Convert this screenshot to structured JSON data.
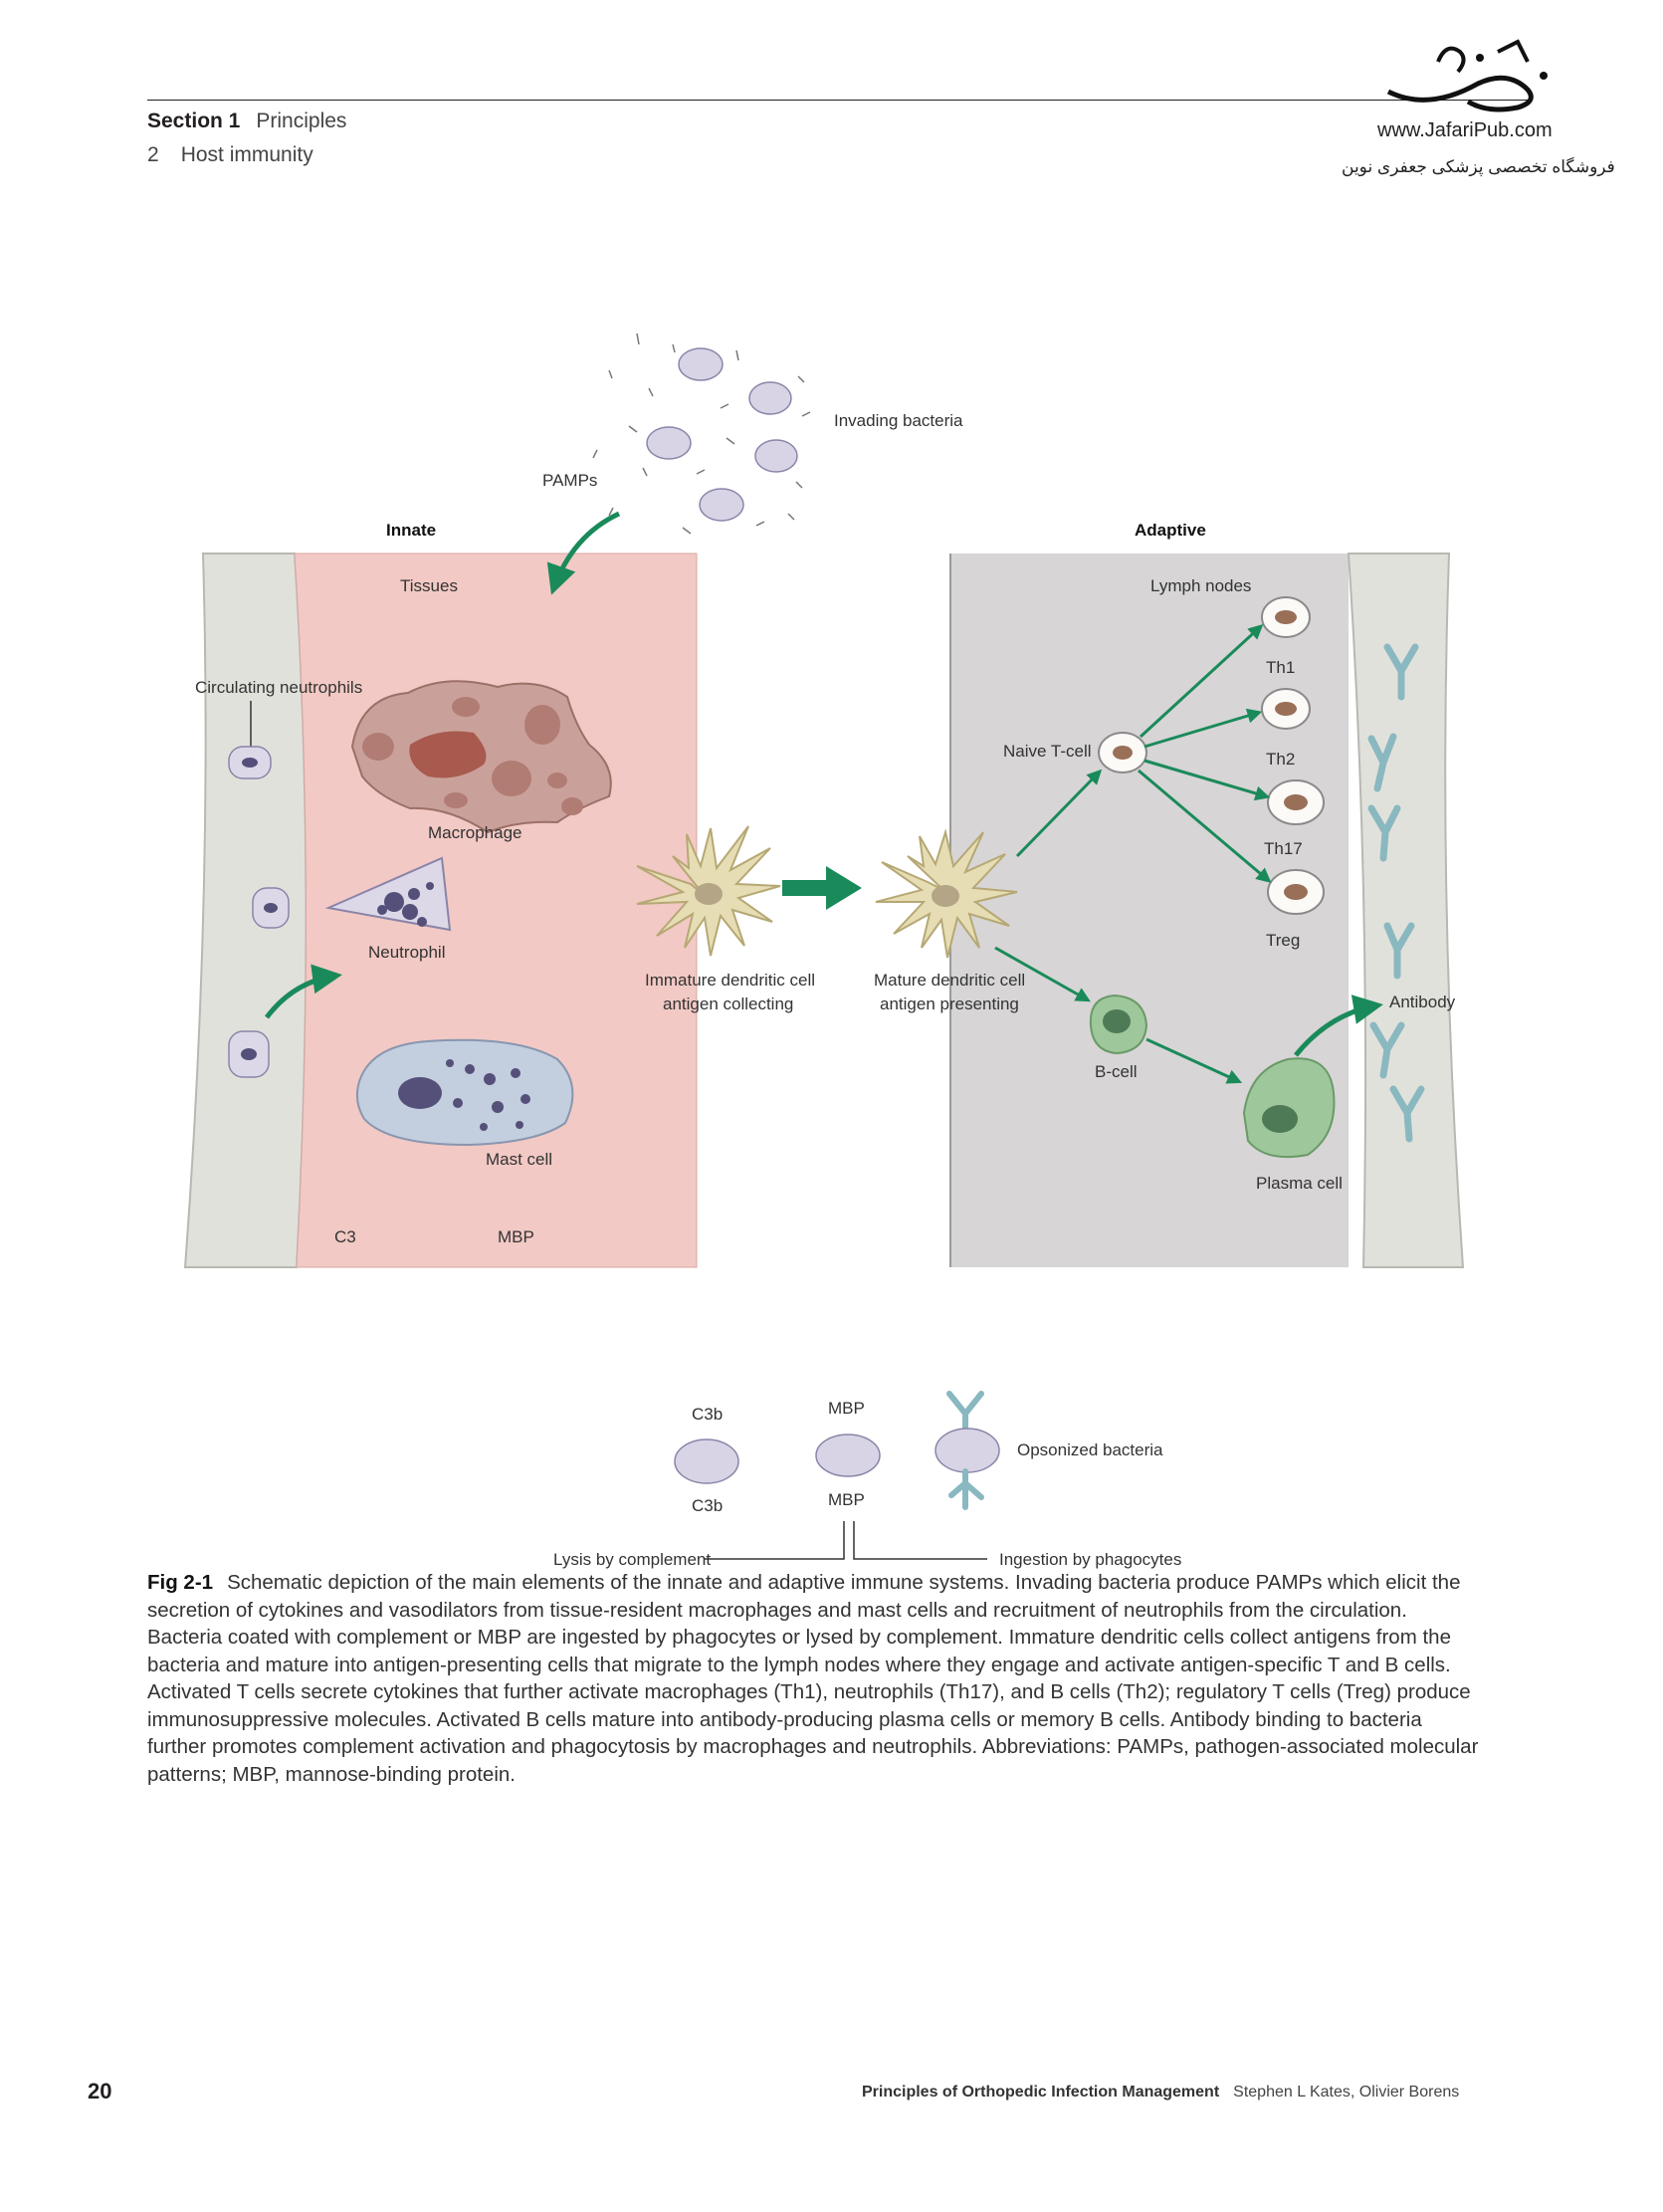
{
  "header": {
    "section_label": "Section 1",
    "section_title": "Principles",
    "chapter_number": "2",
    "chapter_title": "Host immunity"
  },
  "publisher": {
    "url": "www.JafariPub.com",
    "tagline": "فروشگاه تخصصی پزشکی جعفری نوین"
  },
  "figure": {
    "invading_bacteria": "Invading bacteria",
    "pamps": "PAMPs",
    "innate": "Innate",
    "adaptive": "Adaptive",
    "tissues": "Tissues",
    "lymph_nodes": "Lymph nodes",
    "circulating_neutrophils": "Circulating neutrophils",
    "macrophage": "Macrophage",
    "neutrophil": "Neutrophil",
    "mast_cell": "Mast cell",
    "c3": "C3",
    "mbp": "MBP",
    "immature_dc_1": "Immature dendritic cell",
    "immature_dc_2": "antigen collecting",
    "mature_dc_1": "Mature dendritic cell",
    "mature_dc_2": "antigen presenting",
    "naive_tcell": "Naive T-cell",
    "th1": "Th1",
    "th2": "Th2",
    "th17": "Th17",
    "treg": "Treg",
    "bcell": "B-cell",
    "plasma_cell": "Plasma cell",
    "antibody": "Antibody",
    "c3b_top": "C3b",
    "c3b_bottom": "C3b",
    "mbp_top": "MBP",
    "mbp_bottom": "MBP",
    "opsonized_bacteria": "Opsonized bacteria",
    "lysis": "Lysis by complement",
    "ingestion": "Ingestion by phagocytes",
    "colors": {
      "tissue_pink": "#f2c9c4",
      "vessel_grey": "#e1e1dc",
      "lymph_grey": "#d7d5d6",
      "arrow_green": "#1a8a5a",
      "bacteria": "#d8d4e6"
    }
  },
  "caption": {
    "label": "Fig 2-1",
    "text": "Schematic depiction of the main elements of the innate and adaptive immune systems. Invading bacteria produce PAMPs which elicit the secretion of cytokines and vasodilators from tissue-resident macrophages and mast cells and recruitment of neutrophils from the circulation. Bacteria coated with complement or MBP are ingested by phagocytes or lysed by complement. Immature dendritic cells collect antigens from the bacteria and mature into antigen-presenting cells that migrate to the lymph nodes where they engage and activate antigen-specific T and B cells. Activated T cells secrete cytokines that further activate macrophages (Th1), neutrophils (Th17), and B cells (Th2); regulatory T cells (Treg) produce immunosuppressive molecules. Activated B cells mature into antibody-producing plasma cells or memory B cells. Antibody binding to bacteria further promotes complement activation and phagocytosis by macrophages and neutrophils. Abbreviations: PAMPs, pathogen-associated molecular patterns; MBP, mannose-binding protein."
  },
  "footer": {
    "page_number": "20",
    "book_title": "Principles of Orthopedic Infection Management",
    "authors": "Stephen L Kates, Olivier Borens"
  }
}
